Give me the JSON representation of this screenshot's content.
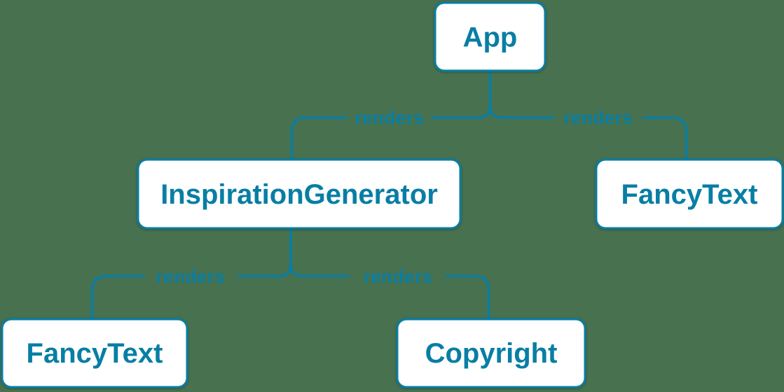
{
  "diagram": {
    "colors": {
      "background": "#48714F",
      "line": "#087ea4",
      "node_fill": "#ffffff",
      "node_border": "#087ea4",
      "node_text": "#087ea4"
    },
    "nodes": [
      {
        "id": "app",
        "label": "App"
      },
      {
        "id": "inspiration-generator",
        "label": "InspirationGenerator"
      },
      {
        "id": "fancy-text-top-right",
        "label": "FancyText"
      },
      {
        "id": "fancy-text-bottom-left",
        "label": "FancyText"
      },
      {
        "id": "copyright",
        "label": "Copyright"
      }
    ],
    "edges": [
      {
        "from": "App",
        "to": "InspirationGenerator",
        "label": "renders"
      },
      {
        "from": "App",
        "to": "FancyText",
        "label": "renders"
      },
      {
        "from": "InspirationGenerator",
        "to": "FancyText",
        "label": "renders"
      },
      {
        "from": "InspirationGenerator",
        "to": "Copyright",
        "label": "renders"
      }
    ]
  }
}
